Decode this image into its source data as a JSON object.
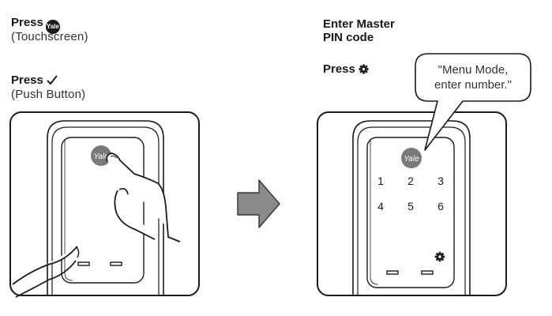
{
  "left": {
    "touch_press": "Press",
    "touch_logo": "Yale",
    "touch_caption": "(Touchscreen)",
    "push_press": "Press",
    "push_caption": "(Push Button)"
  },
  "right": {
    "enter_line1": "Enter Master",
    "enter_line2": "PIN code",
    "gear_press": "Press",
    "bubble_line1": "\"Menu Mode,",
    "bubble_line2": "enter number.\""
  },
  "lock_left": {
    "logo": "Yale"
  },
  "lock_right": {
    "logo": "Yale",
    "keys": [
      "1",
      "2",
      "3",
      "4",
      "5",
      "6"
    ]
  },
  "icons": {
    "check": "check-icon",
    "gear": "gear-icon",
    "arrow": "arrow-right-icon"
  }
}
